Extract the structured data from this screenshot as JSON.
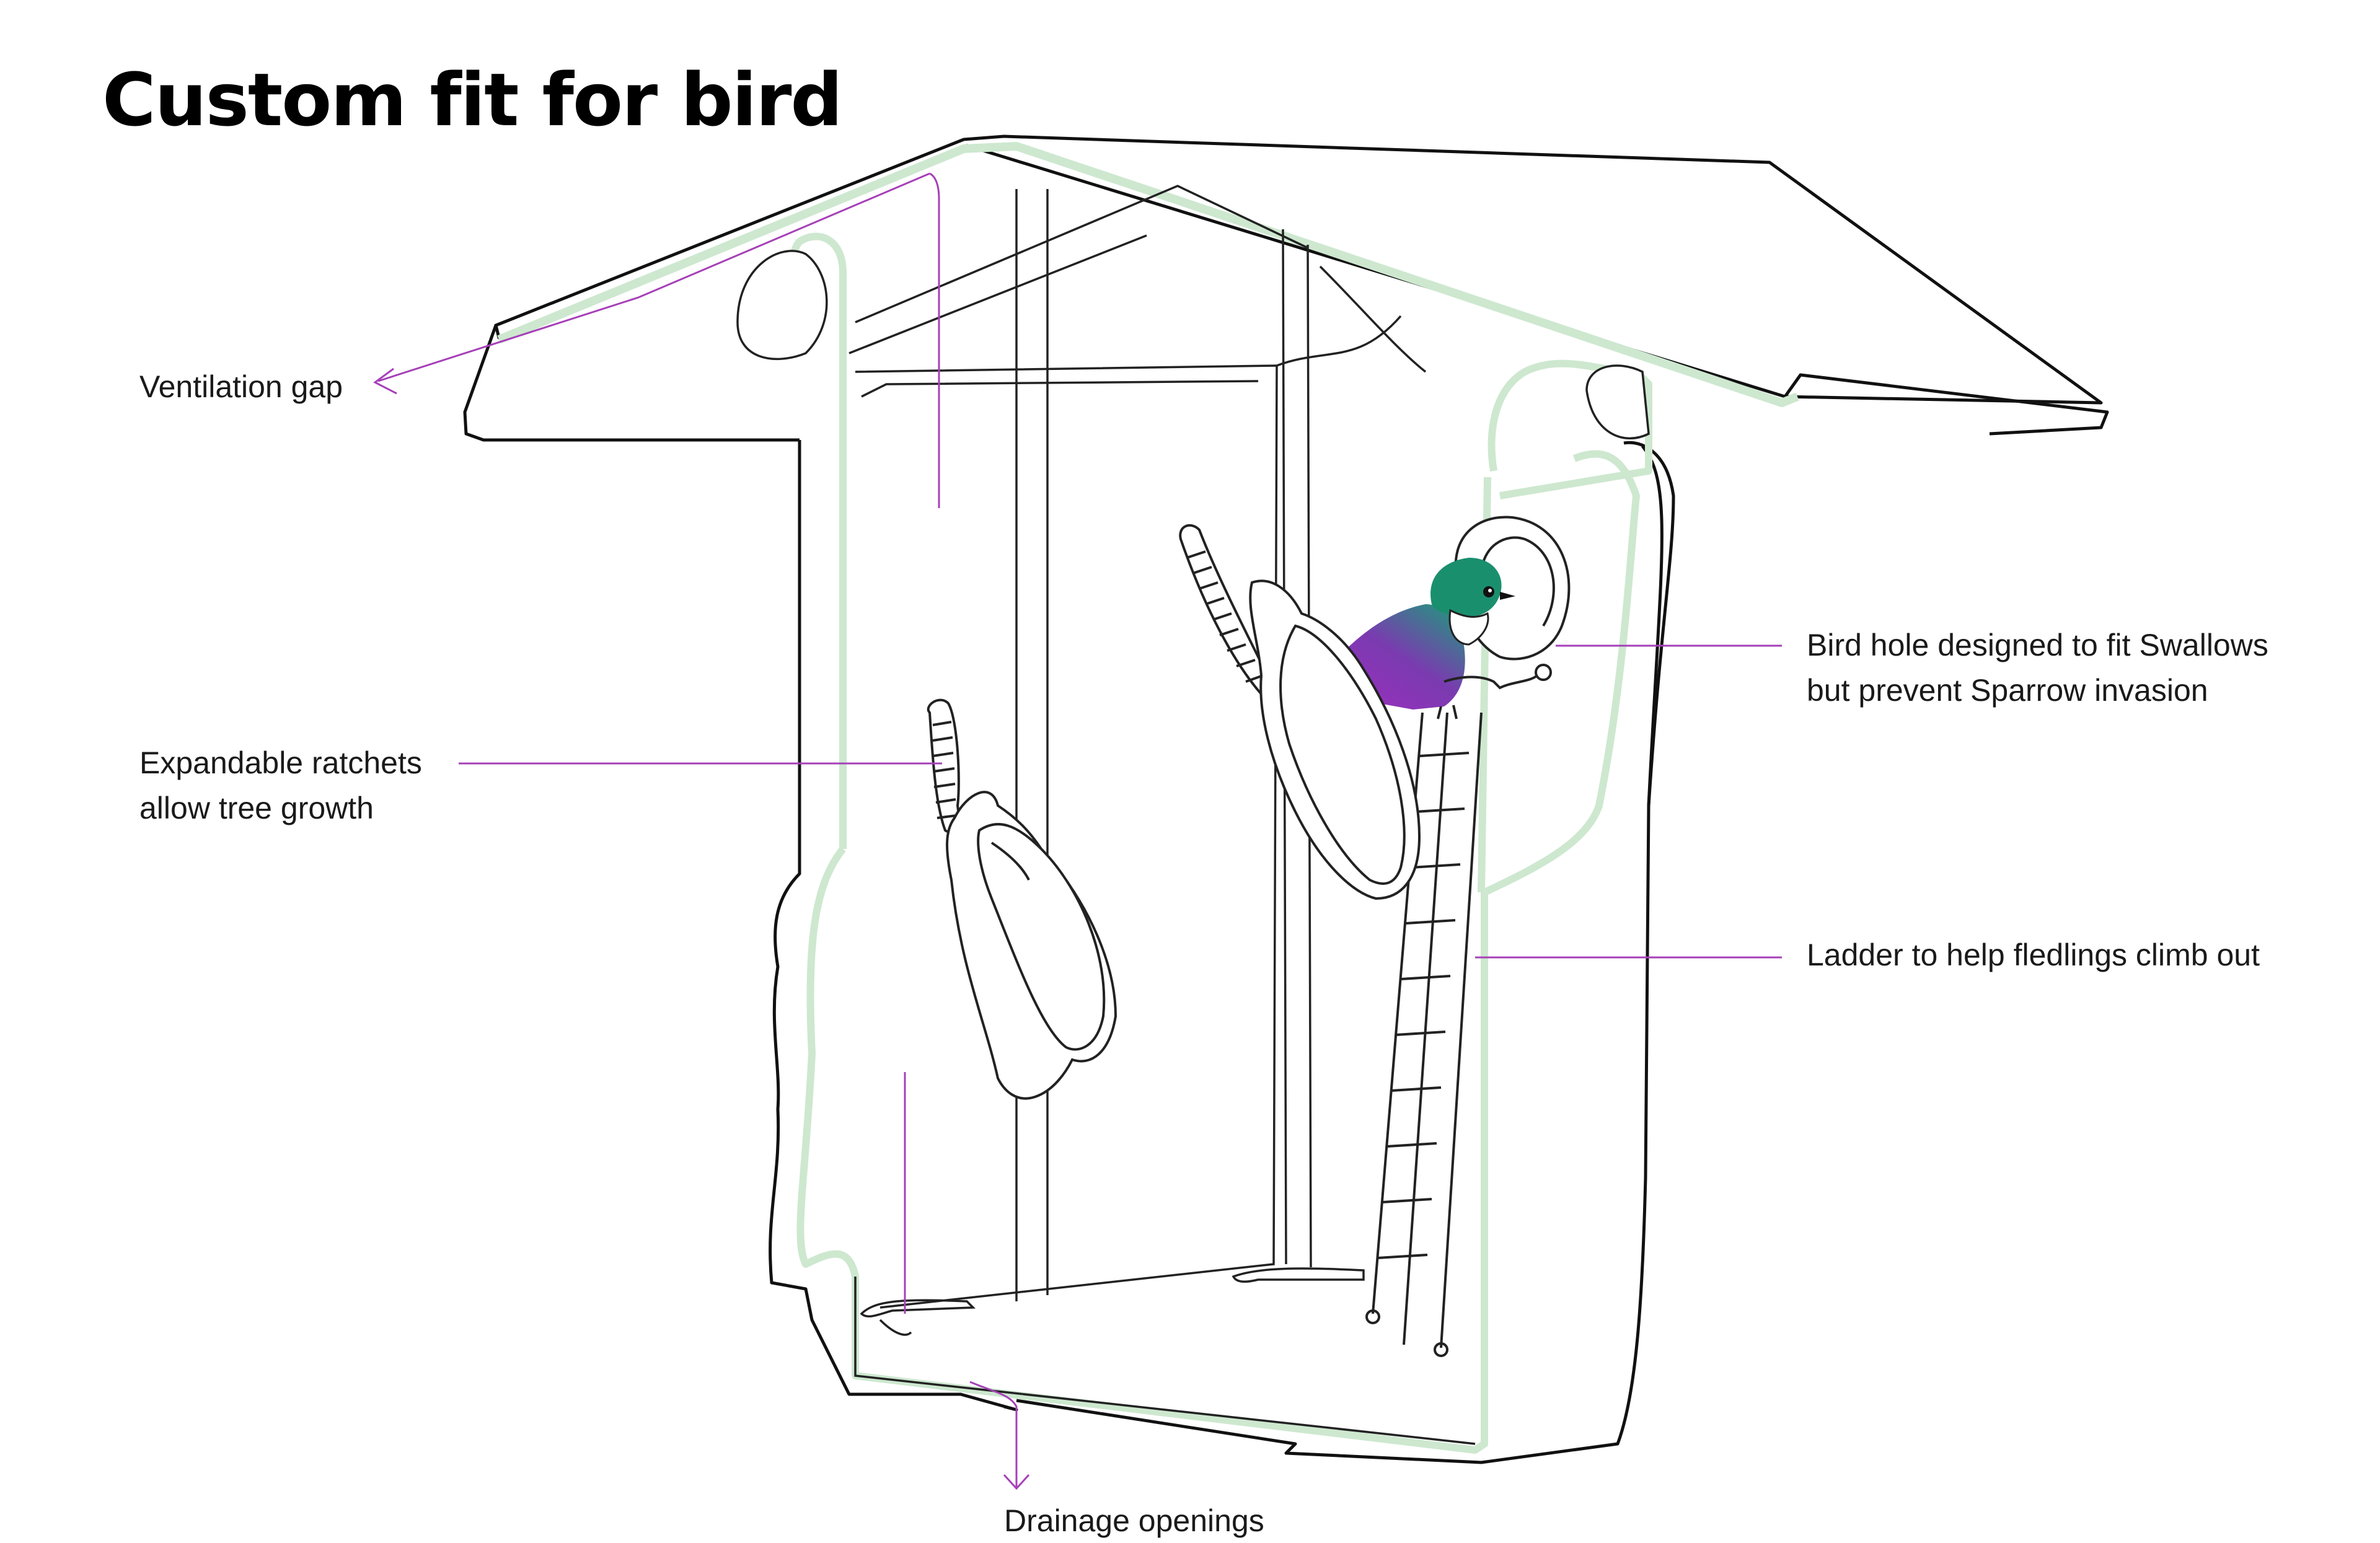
{
  "title": "Custom fit for bird",
  "labels": {
    "ventilation": "Ventilation gap",
    "ratchets_line1": "Expandable ratchets",
    "ratchets_line2": "allow tree growth",
    "bird_hole_line1": "Bird hole designed to fit Swallows",
    "bird_hole_line2": "but prevent Sparrow invasion",
    "ladder": "Ladder to help fledlings climb out",
    "drainage": "Drainage openings"
  },
  "colors": {
    "leader_line": "#a640b8",
    "section_highlight": "#cde8cf",
    "outline": "#111111",
    "bird_head": "#1a8f6e",
    "bird_body": "#9b2fbf"
  },
  "icons": [
    "birdhouse-cutaway-illustration",
    "swallow-bird-icon",
    "ladder-icon",
    "ratchet-strap-icon"
  ]
}
